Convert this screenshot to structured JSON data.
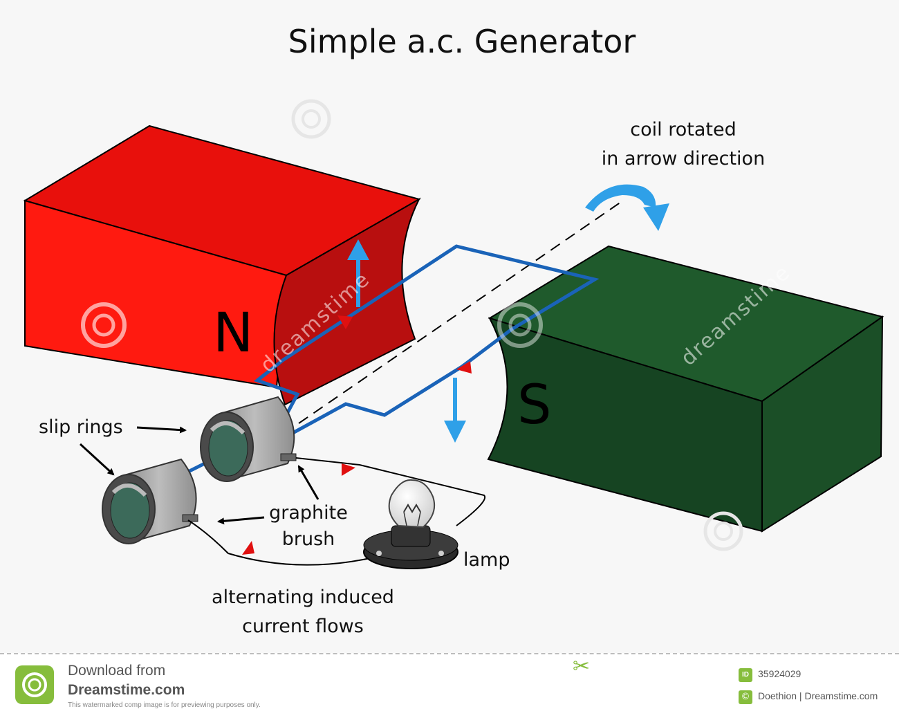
{
  "title": "Simple a.c. Generator",
  "poles": {
    "north": "N",
    "south": "S"
  },
  "labels": {
    "coil_rotation_line1": "coil rotated",
    "coil_rotation_line2": "in arrow direction",
    "slip_rings": "slip rings",
    "graphite_line1": "graphite",
    "graphite_line2": "brush",
    "lamp": "lamp",
    "current_line1": "alternating induced",
    "current_line2": "current flows"
  },
  "watermark": {
    "text": "dreamstime"
  },
  "footer": {
    "download_from": "Download from",
    "brand": "Dreamstime.com",
    "note": "This watermarked comp image is for previewing purposes only.",
    "id_badge": "ID",
    "image_id": "35924029",
    "copyright_symbol": "©",
    "credit": "Doethion | Dreamstime.com",
    "scissors_icon": "✂"
  },
  "colors": {
    "north_magnet_face": "#ff1a10",
    "north_magnet_dark": "#b80f0f",
    "south_magnet_face": "#1f5a2c",
    "south_magnet_dark": "#164422",
    "coil": "#1a63b8",
    "motion_arrow": "#2fa0e8",
    "current_arrow": "#e01010",
    "slip_ring": "#9a9a9a"
  }
}
